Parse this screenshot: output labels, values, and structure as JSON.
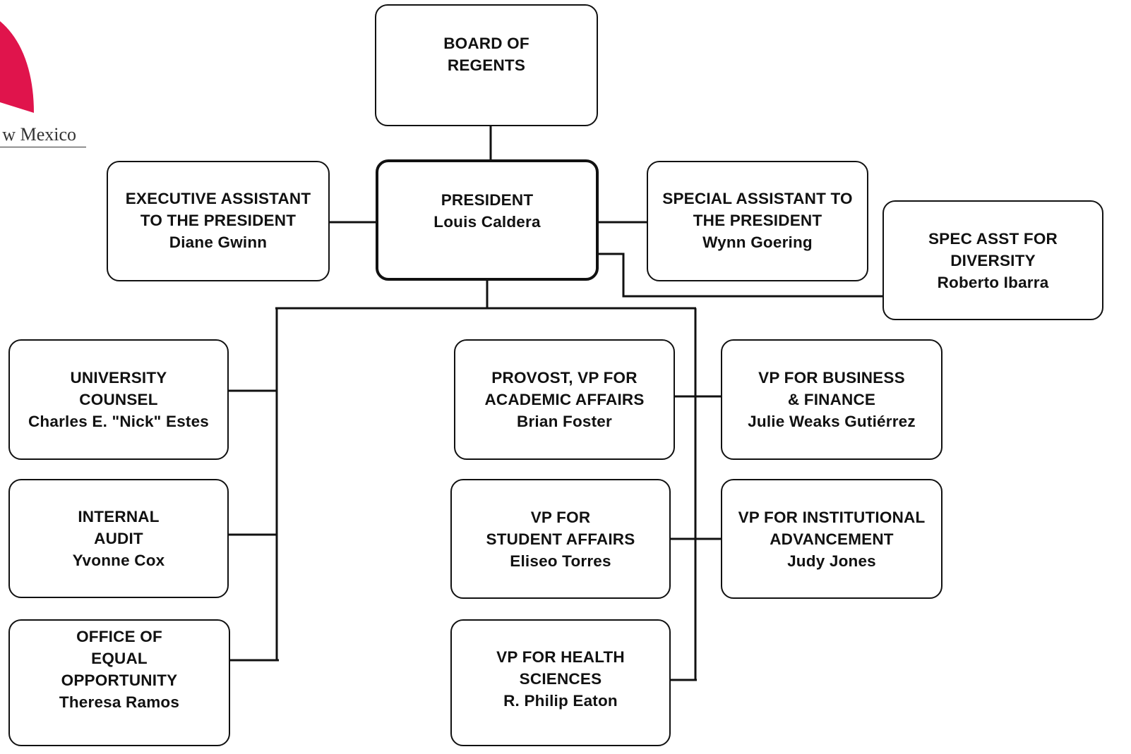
{
  "logo": {
    "text": "w Mexico",
    "color": "#e0144c"
  },
  "boxes": {
    "board": {
      "lines": [
        "BOARD OF",
        "REGENTS"
      ]
    },
    "president": {
      "lines": [
        "PRESIDENT",
        "Louis Caldera"
      ]
    },
    "exec_assistant": {
      "lines": [
        "EXECUTIVE ASSISTANT",
        "TO THE PRESIDENT",
        "Diane Gwinn"
      ]
    },
    "special_assistant": {
      "lines": [
        "SPECIAL ASSISTANT TO",
        "THE PRESIDENT",
        "Wynn Goering"
      ]
    },
    "diversity": {
      "lines": [
        "SPEC ASST FOR",
        "DIVERSITY",
        "Roberto Ibarra"
      ]
    },
    "counsel": {
      "lines": [
        "UNIVERSITY",
        "COUNSEL",
        "Charles E. \"Nick\" Estes"
      ]
    },
    "audit": {
      "lines": [
        "INTERNAL",
        "AUDIT",
        "Yvonne Cox"
      ]
    },
    "equal_opportunity": {
      "lines": [
        "OFFICE OF",
        "EQUAL",
        "OPPORTUNITY",
        "Theresa Ramos"
      ]
    },
    "provost": {
      "lines": [
        "PROVOST, VP FOR",
        "ACADEMIC AFFAIRS",
        "Brian Foster"
      ]
    },
    "business": {
      "lines": [
        "VP FOR BUSINESS",
        "& FINANCE",
        "Julie Weaks Gutiérrez"
      ]
    },
    "student": {
      "lines": [
        "VP FOR",
        "STUDENT AFFAIRS",
        "Eliseo Torres"
      ]
    },
    "advancement": {
      "lines": [
        "VP FOR INSTITUTIONAL",
        "ADVANCEMENT",
        "Judy Jones"
      ]
    },
    "health": {
      "lines": [
        "VP FOR HEALTH",
        "SCIENCES",
        "R. Philip Eaton"
      ]
    }
  }
}
